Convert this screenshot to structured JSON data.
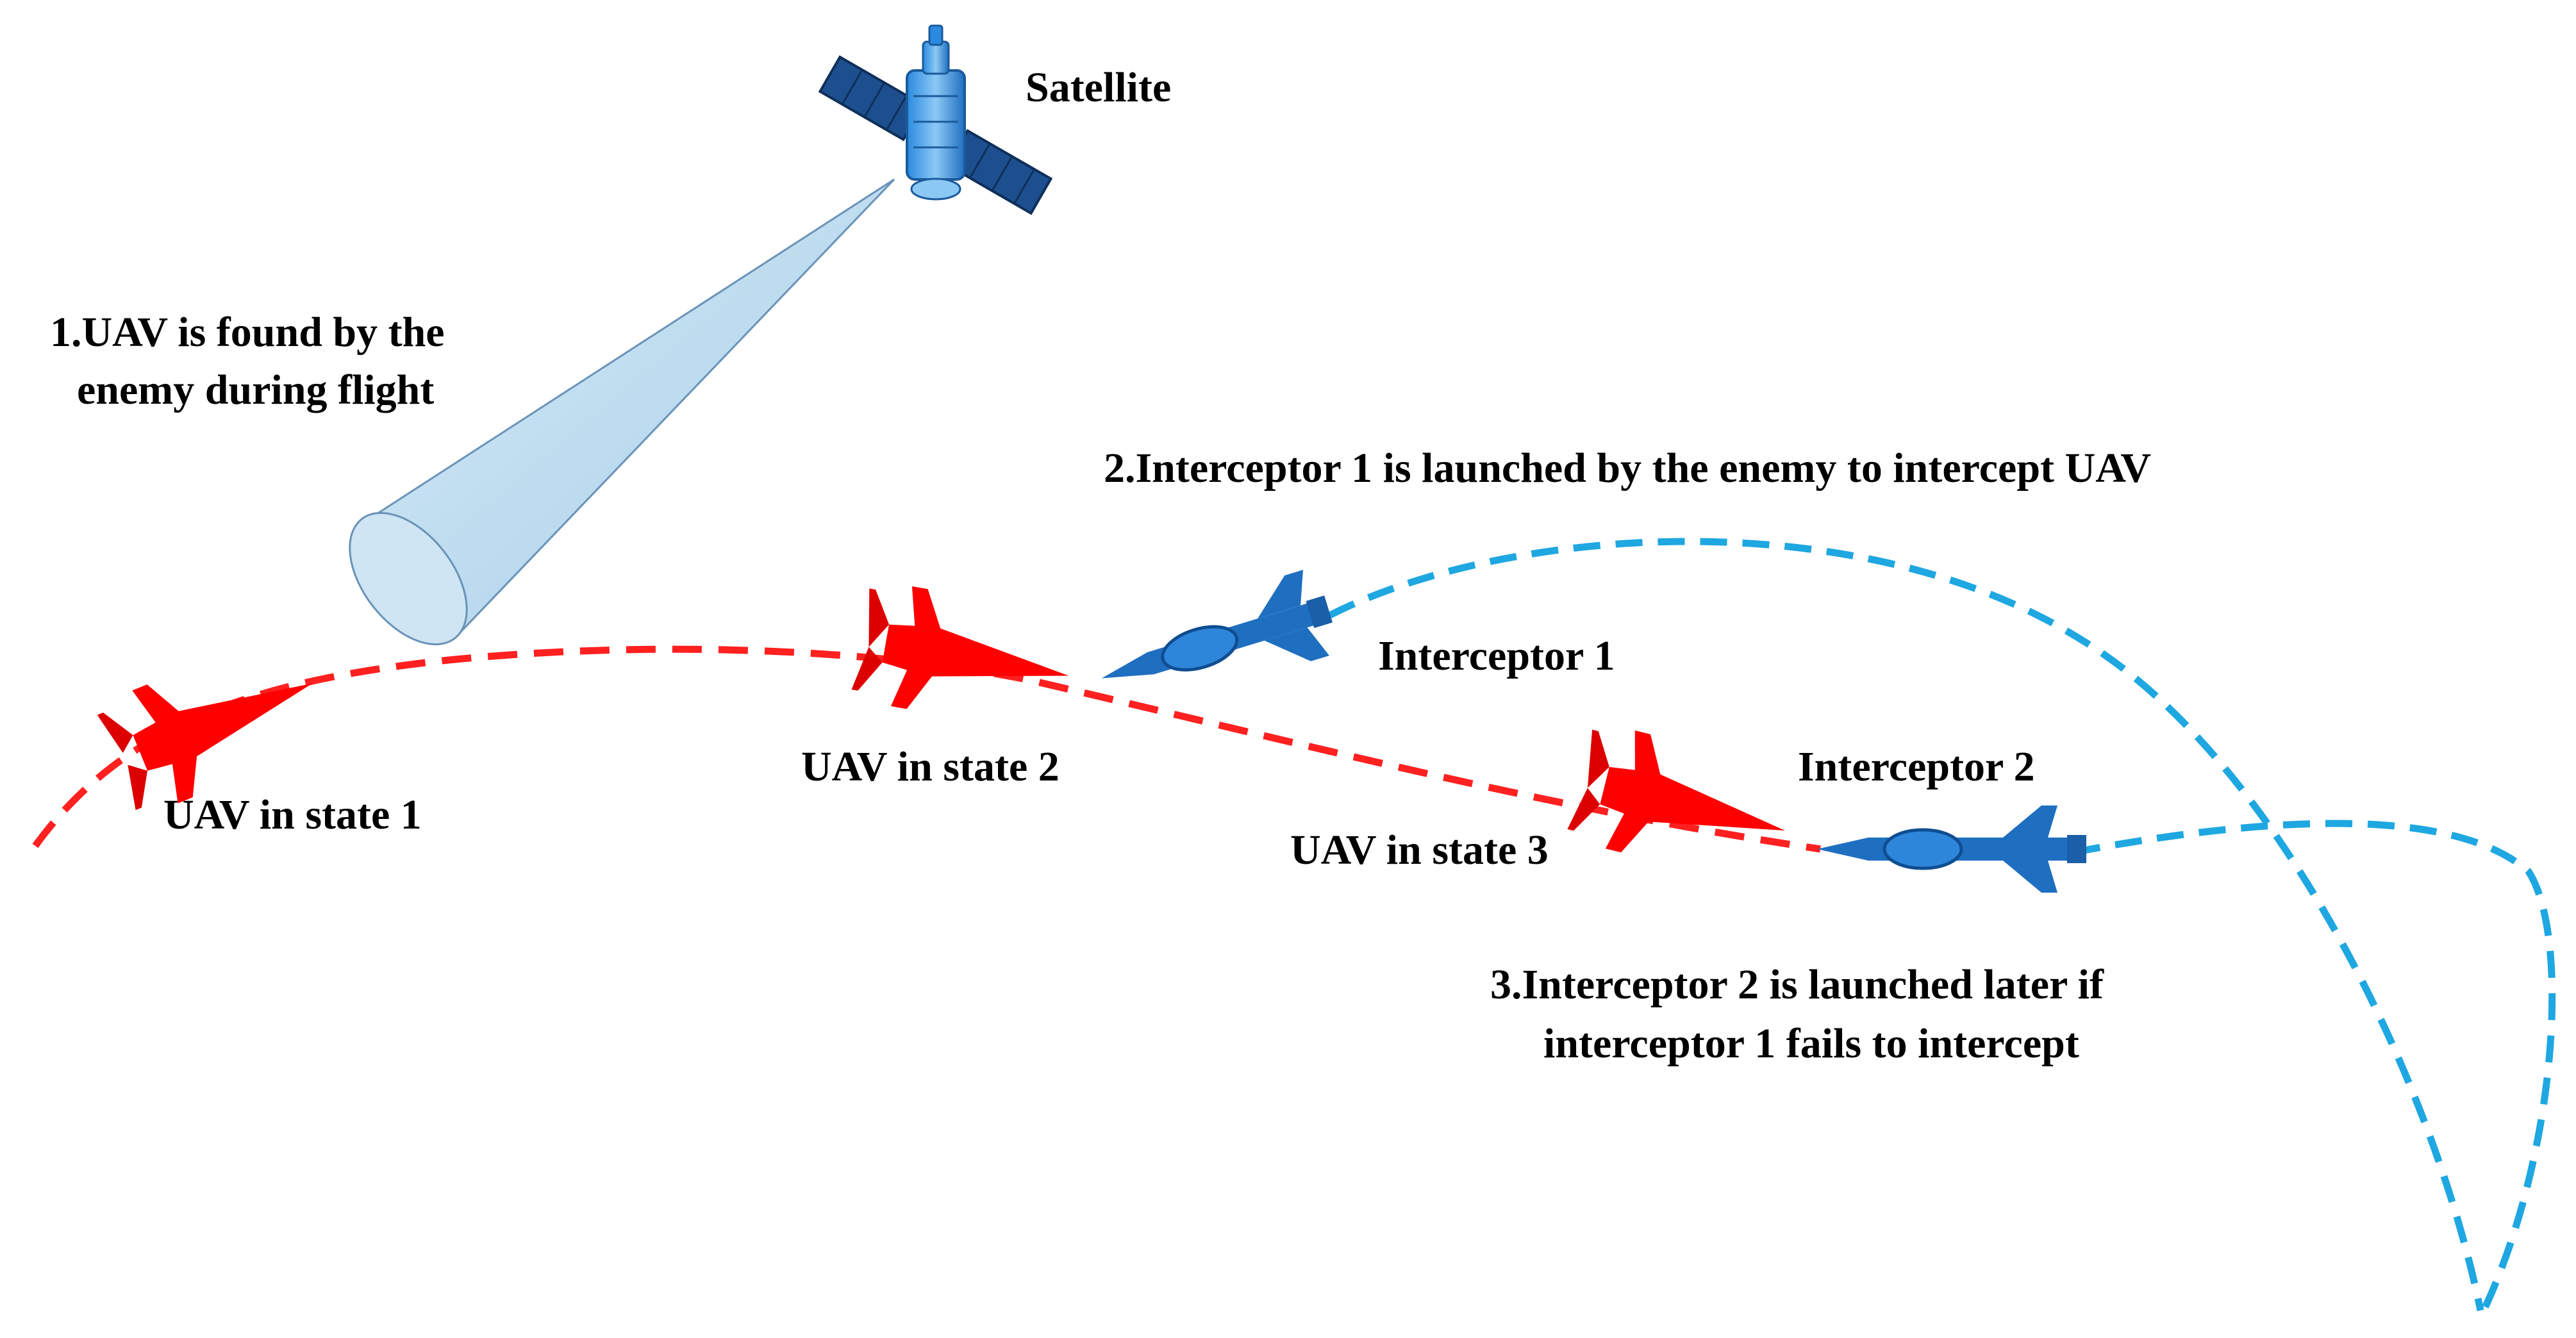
{
  "labels": {
    "satellite": "Satellite",
    "step1_line1": "1.UAV is found by the",
    "step1_line2": "enemy during flight",
    "step2": "2.Interceptor 1 is launched by the enemy to intercept UAV",
    "interceptor1": "Interceptor 1",
    "interceptor2": "Interceptor 2",
    "uav_state1": "UAV in state 1",
    "uav_state2": "UAV in state 2",
    "uav_state3": "UAV in state 3",
    "step3_line1": "3.Interceptor 2 is launched later if",
    "step3_line2": "interceptor 1 fails to intercept"
  },
  "colors": {
    "uav_path": "#ff2020",
    "interceptor_path": "#1ea7e1",
    "uav": "#ff0000",
    "interceptor": "#1f6fc0",
    "satellite_body": "#1f7fd6",
    "sensor_beam": "#b7d8ee"
  },
  "icons": {
    "satellite": "satellite-icon",
    "uav": "uav-icon",
    "interceptor": "interceptor-missile-icon"
  }
}
